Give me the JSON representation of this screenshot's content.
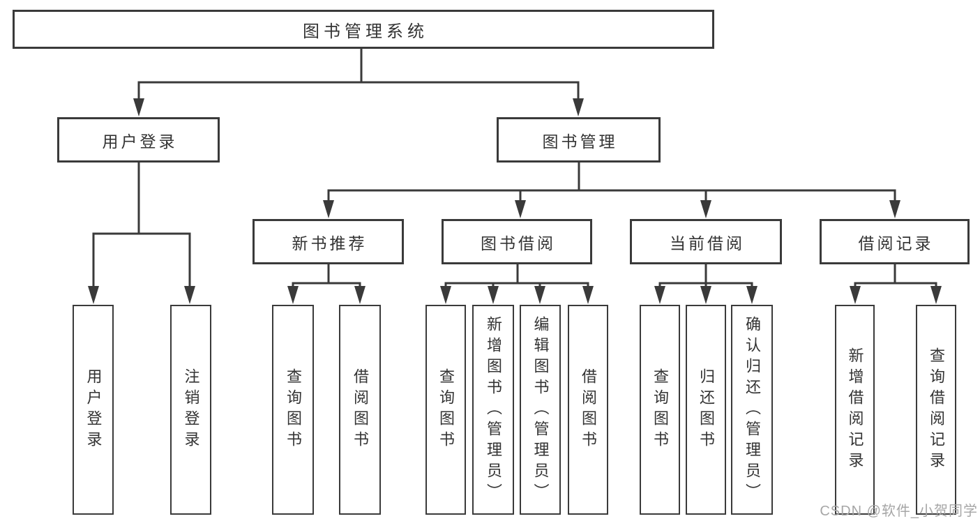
{
  "diagram": {
    "type": "hierarchy-tree",
    "title": "图书管理系统",
    "colors": {
      "background": "#ffffff",
      "line": "#3a3a3a",
      "box_border": "#3a3a3a",
      "text": "#333333",
      "watermark_text_color": "#a6a6a6"
    },
    "nodes": {
      "root": {
        "label": "图书管理系统"
      },
      "level2": [
        {
          "label": "用户登录",
          "parent": "图书管理系统"
        },
        {
          "label": "图书管理",
          "parent": "图书管理系统"
        }
      ],
      "level3": [
        {
          "label": "新书推荐",
          "parent": "图书管理"
        },
        {
          "label": "图书借阅",
          "parent": "图书管理"
        },
        {
          "label": "当前借阅",
          "parent": "图书管理"
        },
        {
          "label": "借阅记录",
          "parent": "图书管理"
        }
      ],
      "leaves": [
        {
          "label": "用户登录",
          "parent": "用户登录"
        },
        {
          "label": "注销登录",
          "parent": "用户登录"
        },
        {
          "label": "查询图书",
          "parent": "新书推荐"
        },
        {
          "label": "借阅图书",
          "parent": "新书推荐"
        },
        {
          "label": "查询图书",
          "parent": "图书借阅"
        },
        {
          "label": "新增图书（管理员）",
          "parent": "图书借阅"
        },
        {
          "label": "编辑图书（管理员）",
          "parent": "图书借阅"
        },
        {
          "label": "借阅图书",
          "parent": "图书借阅"
        },
        {
          "label": "查询图书",
          "parent": "当前借阅"
        },
        {
          "label": "归还图书",
          "parent": "当前借阅"
        },
        {
          "label": "确认归还（管理员）",
          "parent": "当前借阅"
        },
        {
          "label": "新增借阅记录",
          "parent": "借阅记录"
        },
        {
          "label": "查询借阅记录",
          "parent": "借阅记录"
        }
      ]
    }
  },
  "watermark": "CSDN @软件_小贺同学"
}
